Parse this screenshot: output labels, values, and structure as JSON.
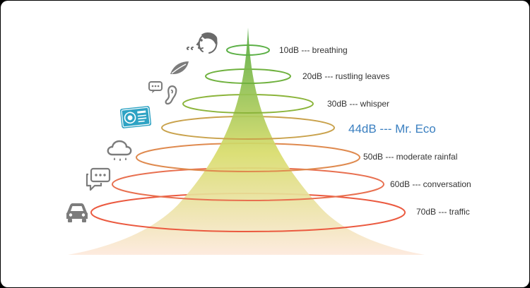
{
  "levels": [
    {
      "db": 10,
      "text": "10dB --- breathing",
      "color": "#5cb046",
      "icon": "breathing-face-icon"
    },
    {
      "db": 20,
      "text": "20dB --- rustling leaves",
      "color": "#6fb13e",
      "icon": "leaf-icon"
    },
    {
      "db": 30,
      "text": "30dB --- whisper",
      "color": "#8bb43a",
      "icon": "whisper-ear-icon"
    },
    {
      "db": 44,
      "text": "44dB --- Mr. Eco",
      "color": "#c9a24c",
      "icon": "mr-eco-device-icon",
      "highlight": true
    },
    {
      "db": 50,
      "text": "50dB --- moderate rainfal",
      "color": "#df8a4f",
      "icon": "rain-cloud-icon"
    },
    {
      "db": 60,
      "text": "60dB --- conversation",
      "color": "#e87050",
      "icon": "conversation-icon"
    },
    {
      "db": 70,
      "text": "70dB --- traffic",
      "color": "#eb5a40",
      "icon": "car-icon"
    }
  ],
  "colors": {
    "icon_gray": "#7c7c7c",
    "accent_blue": "#3a7fc0",
    "device_teal": "#2ea3c4",
    "cone_top": "#4fa83d",
    "cone_mid": "#d8dc6a",
    "cone_bottom": "#fde9dc"
  }
}
